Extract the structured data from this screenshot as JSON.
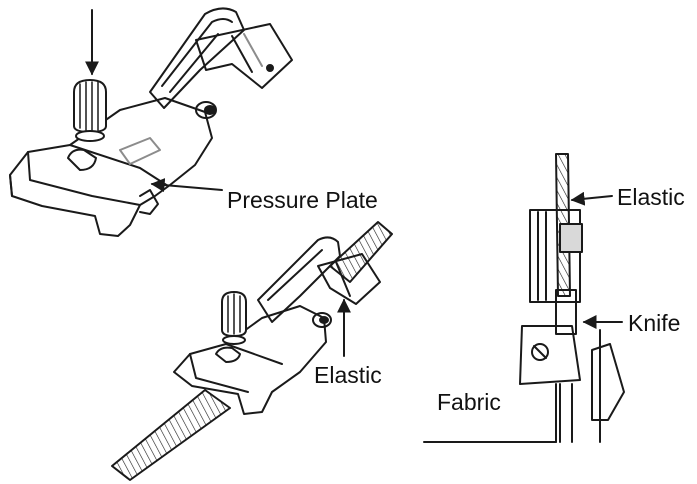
{
  "labels": {
    "pressure_plate": "Pressure Plate",
    "elastic_center": "Elastic",
    "elastic_right": "Elastic",
    "knife": "Knife",
    "fabric": "Fabric"
  },
  "colors": {
    "line": "#1a1a1a",
    "shade": "#8c8c8c",
    "background": "#ffffff"
  }
}
